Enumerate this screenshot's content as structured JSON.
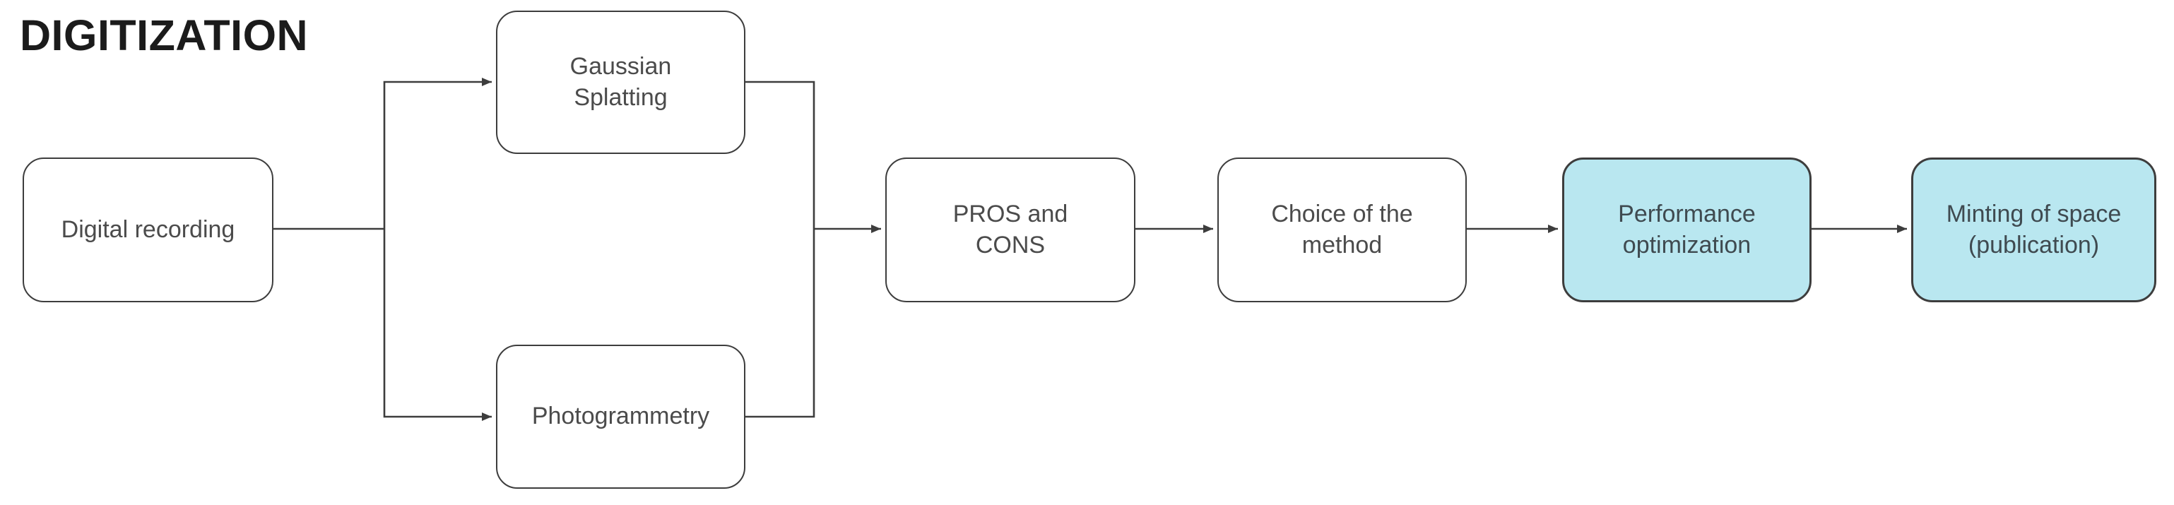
{
  "title": "DIGITIZATION",
  "colors": {
    "background": "#ffffff",
    "line": "#3d3d3d",
    "node_fill": "#ffffff",
    "node_border": "#3d3d3d",
    "node_text": "#4b4b4b",
    "highlight_fill": "#b9e7f0",
    "highlight_text": "#3f4a50",
    "title_text": "#1b1b1b"
  },
  "nodes": [
    {
      "id": "digital-recording",
      "label": "Digital recording",
      "highlighted": false
    },
    {
      "id": "gaussian-splatting",
      "label": "Gaussian\nSplatting",
      "highlighted": false
    },
    {
      "id": "photogrammetry",
      "label": "Photogrammetry",
      "highlighted": false
    },
    {
      "id": "pros-and-cons",
      "label": "PROS and\nCONS",
      "highlighted": false
    },
    {
      "id": "choice-of-the-method",
      "label": "Choice of the\nmethod",
      "highlighted": false
    },
    {
      "id": "performance-optimization",
      "label": "Performance\noptimization",
      "highlighted": true
    },
    {
      "id": "minting-of-space",
      "label": "Minting of space\n(publication)",
      "highlighted": true
    }
  ],
  "edges": [
    {
      "from": "digital-recording",
      "to": "gaussian-splatting"
    },
    {
      "from": "digital-recording",
      "to": "photogrammetry"
    },
    {
      "from": "gaussian-splatting",
      "to": "pros-and-cons"
    },
    {
      "from": "photogrammetry",
      "to": "pros-and-cons"
    },
    {
      "from": "pros-and-cons",
      "to": "choice-of-the-method"
    },
    {
      "from": "choice-of-the-method",
      "to": "performance-optimization"
    },
    {
      "from": "performance-optimization",
      "to": "minting-of-space"
    }
  ]
}
